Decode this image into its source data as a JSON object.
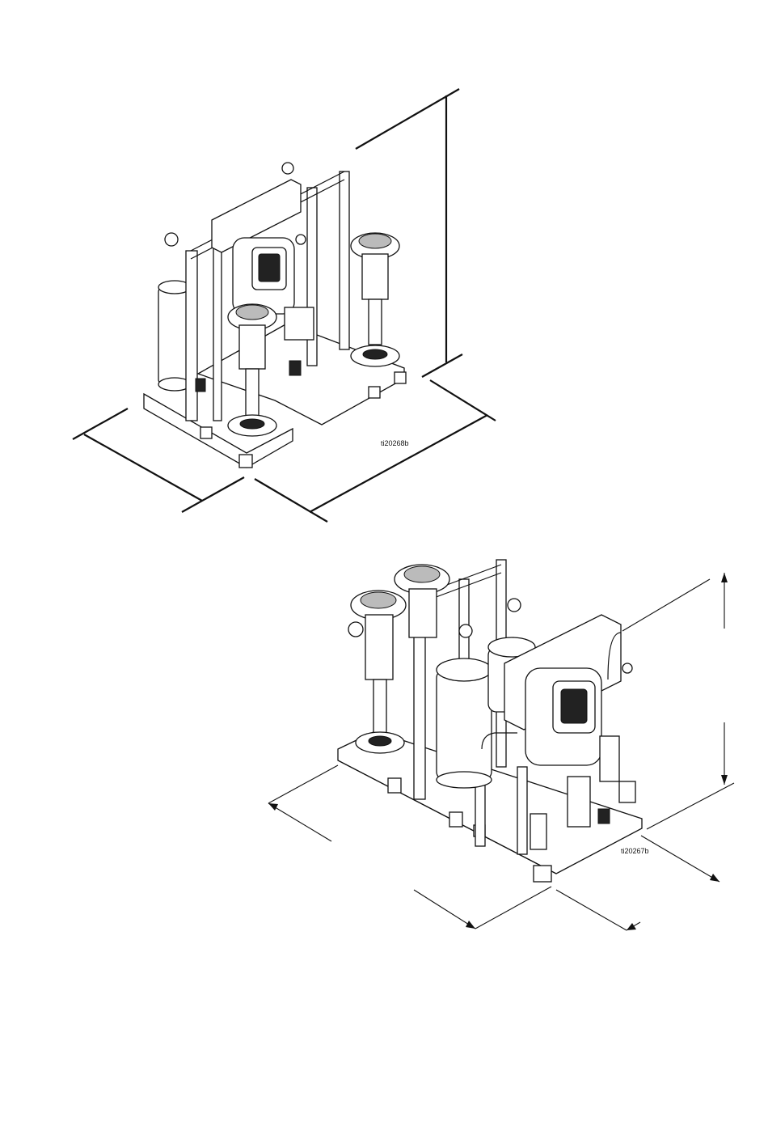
{
  "figures": [
    {
      "id": "top",
      "label": "ti20268b"
    },
    {
      "id": "bottom",
      "label": "ti20267b"
    }
  ]
}
